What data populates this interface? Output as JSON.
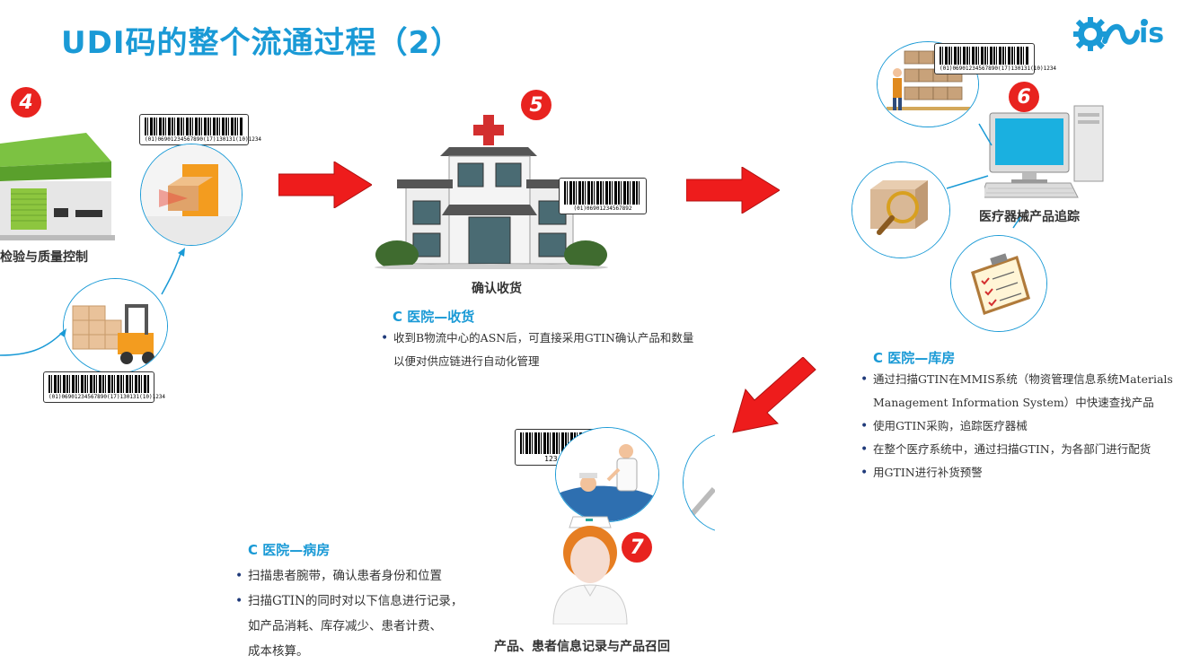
{
  "title": "UDI码的整个流通过程（2）",
  "logo": {
    "text": "is",
    "color": "#1a9ad6"
  },
  "colors": {
    "accent": "#1a9ad6",
    "badge": "#e8231f",
    "arrow": "#ee1c1c"
  },
  "steps": {
    "s4": {
      "number": "4",
      "label": "检验与质量控制",
      "barcode1": "(01)06901234567890(17)130131(10)1234",
      "barcode2": "(01)06901234567890(17)130131(10)1234"
    },
    "s5": {
      "number": "5",
      "label": "确认收货",
      "barcode": "(01)06901234567892",
      "section_title": "C 医院—收货",
      "bullets": [
        "收到B物流中心的ASN后，可直接采用GTIN确认产品和数量",
        "以便对供应链进行自动化管理"
      ]
    },
    "s6": {
      "number": "6",
      "label": "医疗器械产品追踪",
      "barcode": "(01)06901234567890(17)130131(10)1234",
      "section_title": "C 医院—库房",
      "bullets": [
        "通过扫描GTIN在MMIS系统（物资管理信息系统Materials",
        "Management Information System）中快速查找产品",
        "使用GTIN采购，追踪医疗器械",
        "在整个医疗系统中，通过扫描GTIN，为各部门进行配货",
        "用GTIN进行补货预警"
      ]
    },
    "s7": {
      "number": "7",
      "label": "产品、患者信息记录与产品召回",
      "barcode": "1234567",
      "section_title": "C 医院—病房",
      "bullets": [
        "扫描患者腕带，确认患者身份和位置",
        "扫描GTIN的同时对以下信息进行记录，",
        "如产品消耗、库存减少、患者计费、",
        "成本核算。"
      ]
    }
  }
}
